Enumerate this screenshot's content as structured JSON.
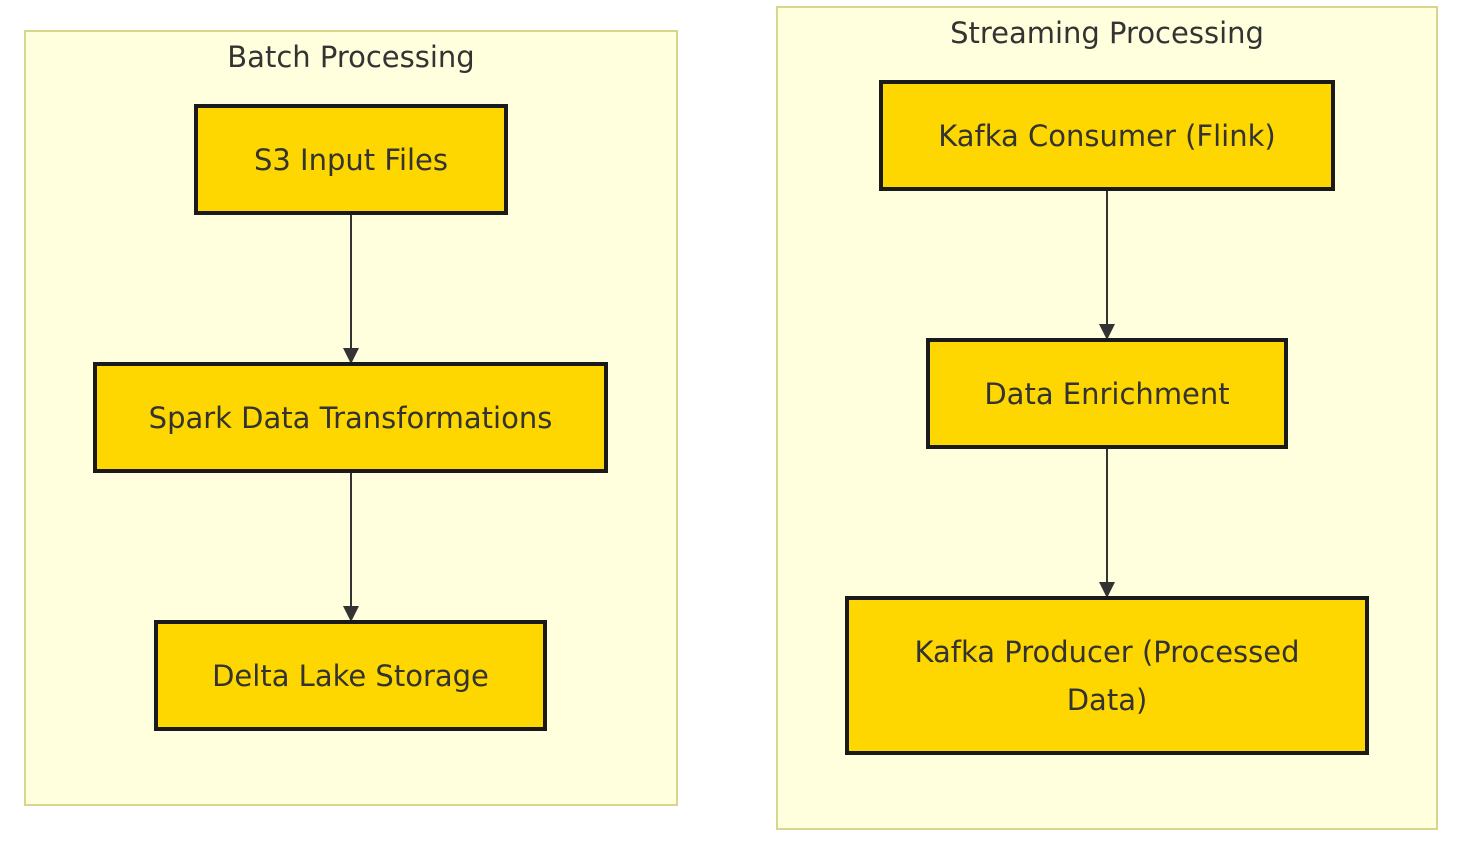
{
  "colors": {
    "cluster_fill": "#ffffde",
    "cluster_border": "#d6d68f",
    "node_fill": "#ffd700",
    "node_border": "#1a1a1a",
    "edge": "#333333",
    "text": "#333333"
  },
  "clusters": [
    {
      "title": "Batch Processing",
      "nodes": [
        "S3 Input Files",
        "Spark Data Transformations",
        "Delta Lake Storage"
      ]
    },
    {
      "title": "Streaming Processing",
      "nodes": [
        "Kafka Consumer (Flink)",
        "Data Enrichment",
        "Kafka Producer (Processed Data)"
      ]
    }
  ],
  "edges": [
    {
      "from": "S3 Input Files",
      "to": "Spark Data Transformations"
    },
    {
      "from": "Spark Data Transformations",
      "to": "Delta Lake Storage"
    },
    {
      "from": "Kafka Consumer (Flink)",
      "to": "Data Enrichment"
    },
    {
      "from": "Data Enrichment",
      "to": "Kafka Producer (Processed Data)"
    }
  ]
}
